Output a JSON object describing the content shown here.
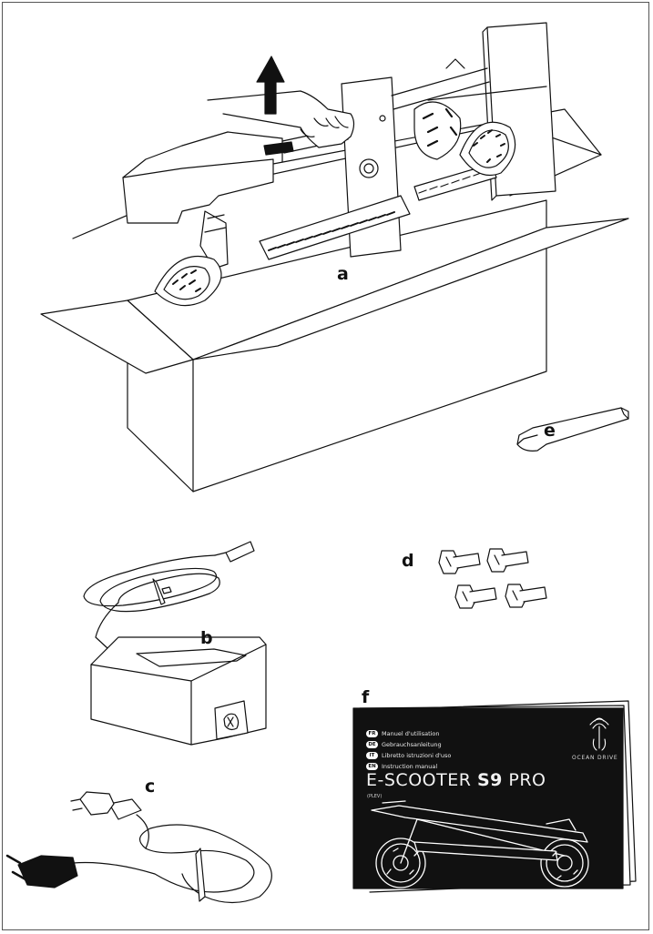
{
  "labels": {
    "a": "a",
    "b": "b",
    "c": "c",
    "d": "d",
    "e": "e",
    "f": "f"
  },
  "manual": {
    "languages": [
      {
        "code": "FR",
        "text": "Manuel d'utilisation"
      },
      {
        "code": "DE",
        "text": "Gebrauchsanleitung"
      },
      {
        "code": "IT",
        "text": "Libretto istruzioni d'uso"
      },
      {
        "code": "EN",
        "text": "Instruction manual"
      }
    ],
    "title_prefix": "E-SCOOTER ",
    "title_model": "S9",
    "title_suffix": " PRO",
    "subtitle": "(PLEV)",
    "brand": "OCEAN DRIVE"
  }
}
